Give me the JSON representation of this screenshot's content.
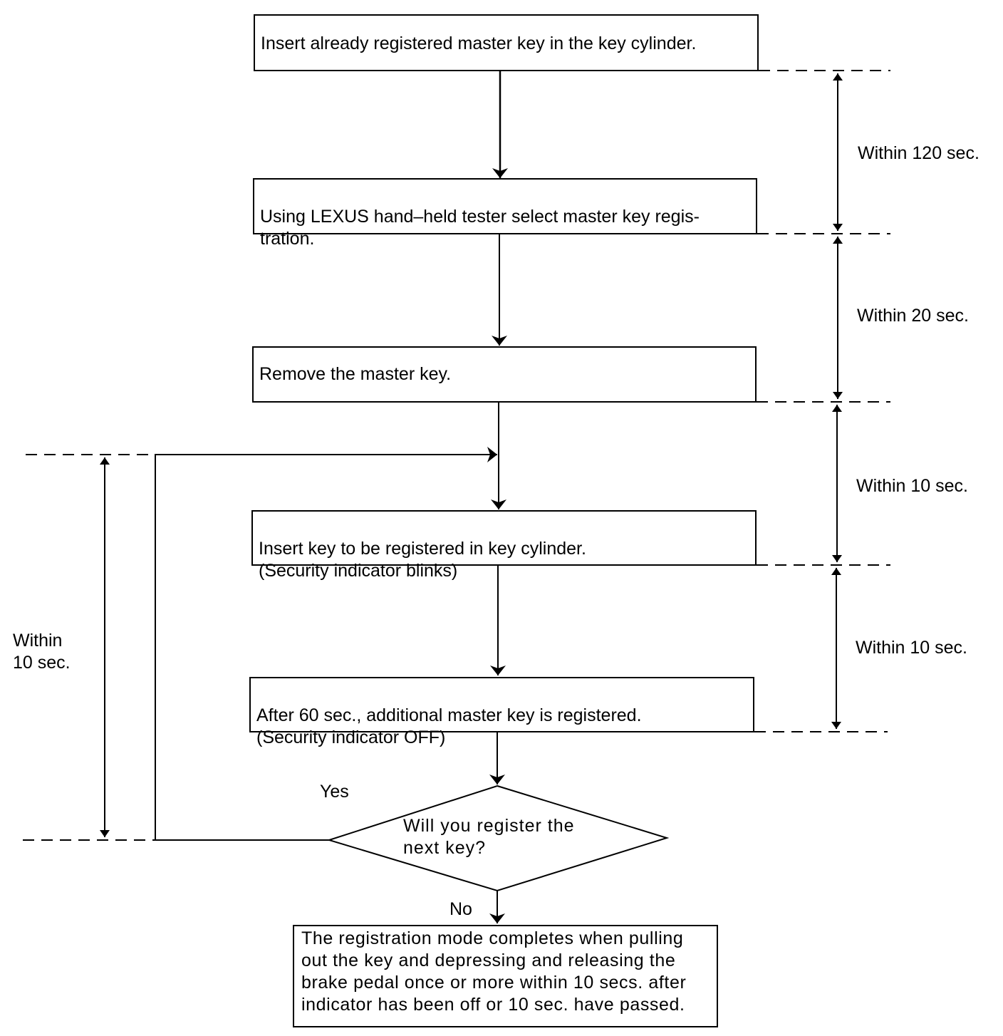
{
  "steps": [
    {
      "text": "Insert already registered master key in the key cylinder."
    },
    {
      "text": "Using LEXUS hand–held tester select master key regis-\ntration."
    },
    {
      "text": "Remove the master key."
    },
    {
      "text": "Insert key to be registered in key cylinder.\n(Security indicator blinks)"
    },
    {
      "text": "After 60 sec., additional master key is registered.\n(Security indicator OFF)"
    }
  ],
  "decision": {
    "question": "Will you register the\nnext key?",
    "yes_label": "Yes",
    "no_label": "No"
  },
  "final_box": {
    "text": "The registration mode completes when pulling out the key and depressing and releasing the brake pedal once or more within 10 secs. after indicator has been off or 10 sec. have passed."
  },
  "timings_right": [
    "Within 120 sec.",
    "Within 20 sec.",
    "Within 10 sec.",
    "Within 10 sec."
  ],
  "timing_left": "Within\n10 sec."
}
